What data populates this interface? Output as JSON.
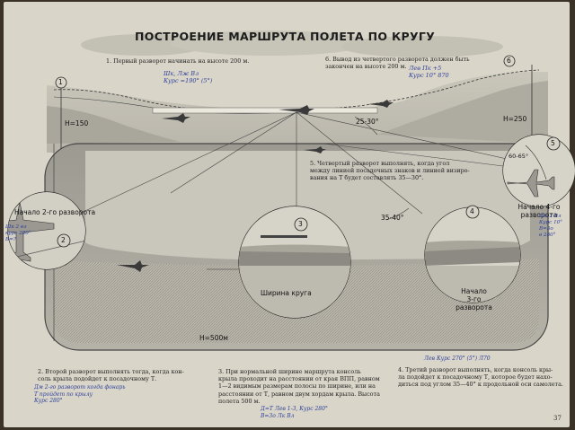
{
  "title": "ПОСТРОЕНИЕ МАРШРУТА ПОЛЕТА ПО КРУГУ",
  "captions": {
    "c1": "1. Первый разворот начинать на высоте 200 м.",
    "c6_line1": "6. Вывод из четвертого разворота должен быть",
    "c6_line2": "закончен на высоте 200 м.",
    "c5_line1": "5. Четвертый разворот выполнять, когда угол",
    "c5_line2": "между линией посадочных знаков и линией визиро-",
    "c5_line3": "вания на Т будет составлять 35—30°.",
    "c2_line1": "2. Второй разворот выполнять тогда, когда кон-",
    "c2_line2": "соль крыла подойдет к посадочному Т.",
    "c3_line1": "3. При нормальной ширине маршрута консоль",
    "c3_line2": "крыла проходит на расстоянии от края ВПП, равном",
    "c3_line3": "1—2 видимым размерам полосы по ширине, или на",
    "c3_line4": "расстоянии от Т, равном двум хордам крыла. Высота",
    "c3_line5": "полета 500 м.",
    "c4_line1": "4. Третий разворот выполнять, когда консоль кры-",
    "c4_line2": "ла подойдет к посадочному Т, которое будет нахо-",
    "c4_line3": "диться под углом 35—40° к продольной оси самолета."
  },
  "labels": {
    "n1": "1",
    "n2": "2",
    "n3": "3",
    "n4": "4",
    "n5": "5",
    "n6": "6",
    "h150": "Н=150",
    "h250": "Н=250",
    "h500": "Н=500м",
    "angle_25_30": "25-30°",
    "angle_35_40": "35-40°",
    "angle_60_65": "60-65°",
    "start2_line1": "Начало",
    "start2_line2": "2-го разворота",
    "start3_line1": "Начало",
    "start3_line2": "3-го разворота",
    "start4_line1": "Начало 4-го",
    "start4_line2": "разворота",
    "width": "Ширина круга"
  },
  "handwriting": {
    "h_top_left_1": "Шк, Лж Вл",
    "h_top_left_2": "Курс =190° (5°)",
    "h_top_right_1": "Лев Пк +5",
    "h_top_right_2": "Курс 10° 870",
    "h_left_1": "Шк 2 вл",
    "h_left_2": "курс 280°",
    "h_left_3": "В=?",
    "h_bottom_left_1": "Дм 2-го разворот когда фонарь",
    "h_bottom_left_2": "Т пройдет по крылу",
    "h_bottom_left_3": "Курс 280°",
    "h_bottom_mid_1": "Д=Т Лев 1-3, Курс 280°",
    "h_bottom_mid_2": "В=3о Лк Вл",
    "h_right_1": "Шк 2 Вл",
    "h_right_2": "Курс 10°",
    "h_right_3": "В=3о",
    "h_right_4": "в 280°",
    "h_bottom_right": "Лев Курс 270° (5°) Л70"
  },
  "page_number": "37"
}
